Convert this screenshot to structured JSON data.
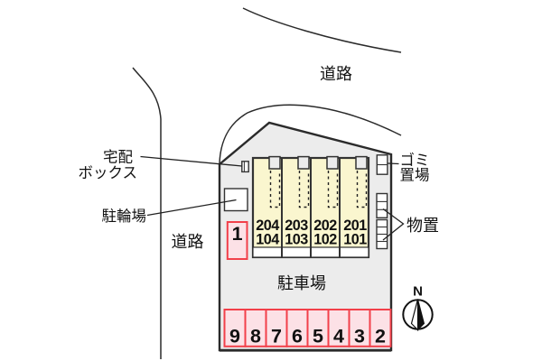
{
  "roads": {
    "top": "道路",
    "left": "道路"
  },
  "parking": {
    "area_label": "駐車場",
    "side_stall": "1",
    "stalls": [
      "9",
      "8",
      "7",
      "6",
      "5",
      "4",
      "3",
      "2"
    ]
  },
  "building": {
    "units": [
      {
        "upper": "204",
        "lower": "104"
      },
      {
        "upper": "203",
        "lower": "103"
      },
      {
        "upper": "202",
        "lower": "102"
      },
      {
        "upper": "201",
        "lower": "101"
      }
    ]
  },
  "callouts": {
    "delivery_box": [
      "宅配",
      "ボックス"
    ],
    "bicycle_parking": "駐輪場",
    "garbage": [
      "ゴミ",
      "置場"
    ],
    "storage": "物置"
  },
  "compass": {
    "north": "N"
  },
  "colors": {
    "site_fill": "#ececec",
    "site_line": "#2b2b2b",
    "building_fill": "#faf6cf",
    "building_line": "#333333",
    "stall_fill": "#fce1e6",
    "stall_border": "#f2404a",
    "notch_fill": "#ececec"
  }
}
